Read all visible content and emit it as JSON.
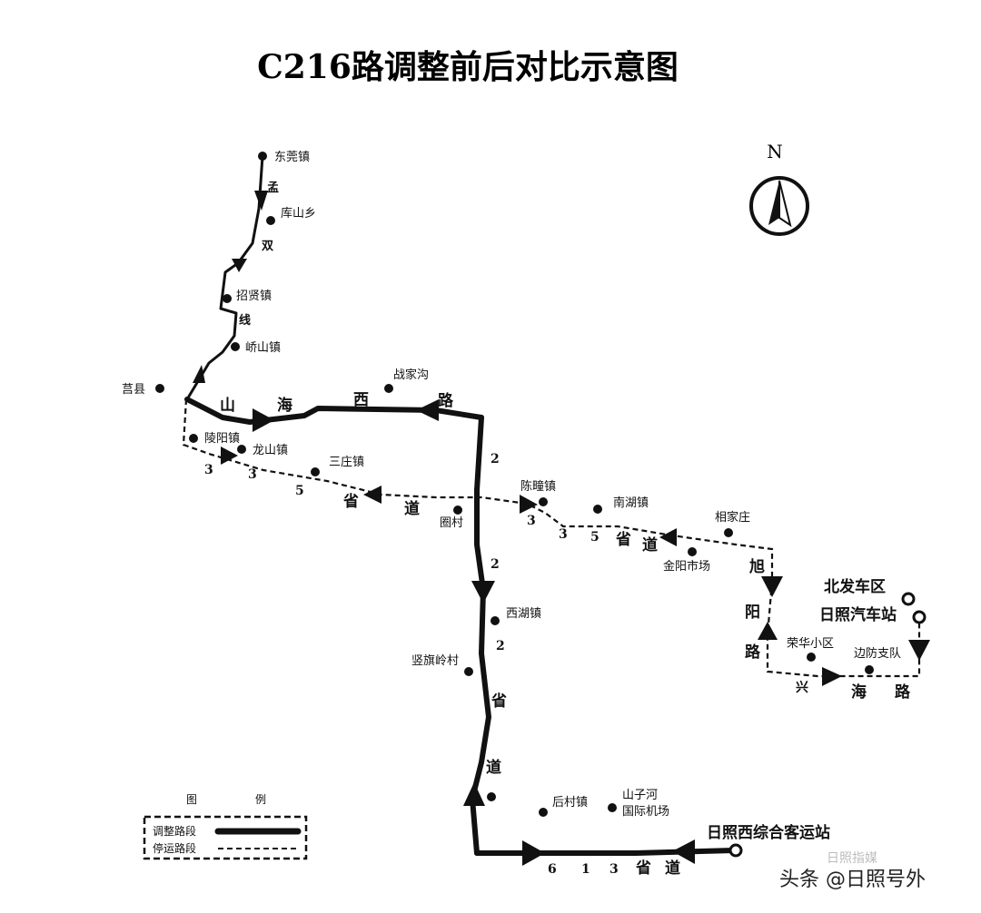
{
  "title": "C216路调整前后对比示意图",
  "compass": {
    "label": "N"
  },
  "legend": {
    "title_1": "图",
    "title_2": "例",
    "adjusted": "调整路段",
    "stopped": "停运路段"
  },
  "places": {
    "dongguan": "东莞镇",
    "kushan": "库山乡",
    "zhaoxian": "招贤镇",
    "qiaoshan": "峤山镇",
    "juxian": "莒县",
    "zhanjiagou": "战家沟",
    "lingyang": "陵阳镇",
    "longshan": "龙山镇",
    "sanzhuang": "三庄镇",
    "chenqi": "陈疃镇",
    "quancun": "圈村",
    "nanhu": "南湖镇",
    "xiangjiazhuang": "相家庄",
    "jinyang": "金阳市场",
    "xihu": "西湖镇",
    "shuqiling": "竖旗岭村",
    "rongmei": "荣华小区",
    "bianfang": "边防支队",
    "houcun": "后村镇",
    "shanzihe_1": "山子河",
    "shanzihe_2": "国际机场",
    "beifa": "北发车区",
    "rizhao_station": "日照汽车站",
    "rizhao_west": "日照西综合客运站"
  },
  "road_labels": {
    "meng": "孟",
    "shuang": "双",
    "xian": "线",
    "shan": "山",
    "hai": "海",
    "xi": "西",
    "lu": "路",
    "s335_3a": "3",
    "s335_3b": "3",
    "s335_5": "5",
    "s335_sheng": "省",
    "s335_dao": "道",
    "e335_3a": "3",
    "e335_3b": "3",
    "e335_5": "5",
    "e335_sheng": "省",
    "e335_dao": "道",
    "s222_2a": "2",
    "s222_2b": "2",
    "s222_2c": "2",
    "s222_sheng": "省",
    "s222_dao": "道",
    "xu": "旭",
    "yang": "阳",
    "lu2": "路",
    "xing": "兴",
    "hai2": "海",
    "lu3": "路",
    "s613_6": "6",
    "s613_1": "1",
    "s613_3": "3",
    "s613_sheng": "省",
    "s613_dao": "道"
  },
  "watermark": {
    "text": "头条 @日照号外",
    "faint": "日照指媒"
  }
}
